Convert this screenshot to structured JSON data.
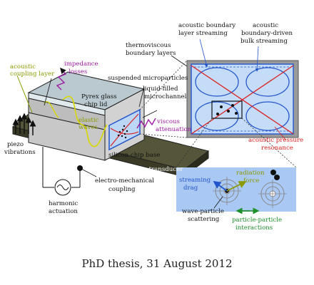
{
  "colors": {
    "blue": "#2255cc",
    "red": "#dd1f1f",
    "olive": "#8a9a00",
    "purple": "#9b1aa0",
    "green": "#1f8f2a",
    "gray_panel": "#9a9a9a",
    "light_blue": "#a9c8f3"
  },
  "labels": {
    "acoustic_coupling_layer": [
      "acoustic",
      "coupling layer"
    ],
    "impedance_losses": [
      "impedance",
      "losses"
    ],
    "pyrex_lid": [
      "Pyrex glass",
      "chip lid"
    ],
    "suspended_microparticles": "suspended microparticles",
    "liquid_filled_microchannel": [
      "liquid-filled",
      "microchannel"
    ],
    "thermoviscous_boundary_layers": [
      "thermoviscous",
      "boundary layers"
    ],
    "acoustic_boundary_layer_streaming": [
      "acoustic boundary",
      "layer streaming"
    ],
    "acoustic_boundary_driven_bulk_streaming": [
      "acoustic",
      "boundary-driven",
      "bulk streaming"
    ],
    "elastic_waves": [
      "elastic",
      "waves"
    ],
    "viscous_attenuation": [
      "viscous",
      "attenuation"
    ],
    "piezo_vibrations": [
      "piezo",
      "vibrations"
    ],
    "silicon_chip_base": "silicon chip base",
    "piezoelectric_transducer": "piezoelectric transducer",
    "acoustic_pressure_resonance": [
      "acoustic pressure",
      "resonance"
    ],
    "electro_mechanical_coupling": [
      "electro-mechanical",
      "coupling"
    ],
    "harmonic_actuation": [
      "harmonic",
      "actuation"
    ],
    "streaming_drag": [
      "streaming",
      "drag"
    ],
    "radiation_force": [
      "radiation",
      "force"
    ],
    "wave_particle_scattering": [
      "wave-particle",
      "scattering"
    ],
    "particle_particle_interactions": [
      "particle-particle",
      "interactions"
    ]
  },
  "caption": "PhD thesis, 31 August 2012"
}
